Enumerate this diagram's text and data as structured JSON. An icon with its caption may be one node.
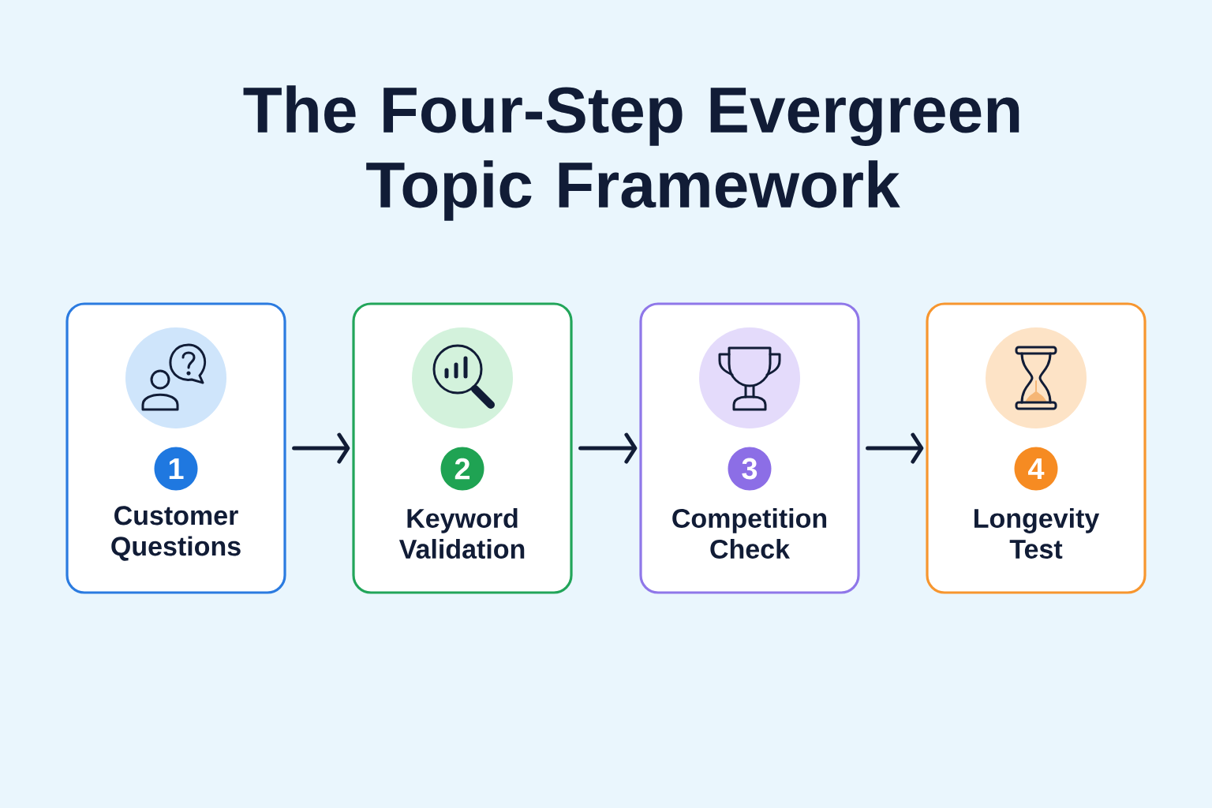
{
  "diagram": {
    "title": "The Four-Step Evergreen Topic Framework",
    "nodes": [
      {
        "text": [
          "1",
          "Customer Questions"
        ]
      },
      {
        "text": [
          "2",
          "Keyword Validation"
        ]
      },
      {
        "text": [
          "3",
          "Competition Check"
        ]
      },
      {
        "text": [
          "4",
          "Longevity Test"
        ]
      }
    ],
    "edges": [
      {
        "from": 0,
        "to": 1,
        "arrow": "to"
      },
      {
        "from": 1,
        "to": 2,
        "arrow": "to"
      },
      {
        "from": 2,
        "to": 3,
        "arrow": "to"
      }
    ]
  }
}
